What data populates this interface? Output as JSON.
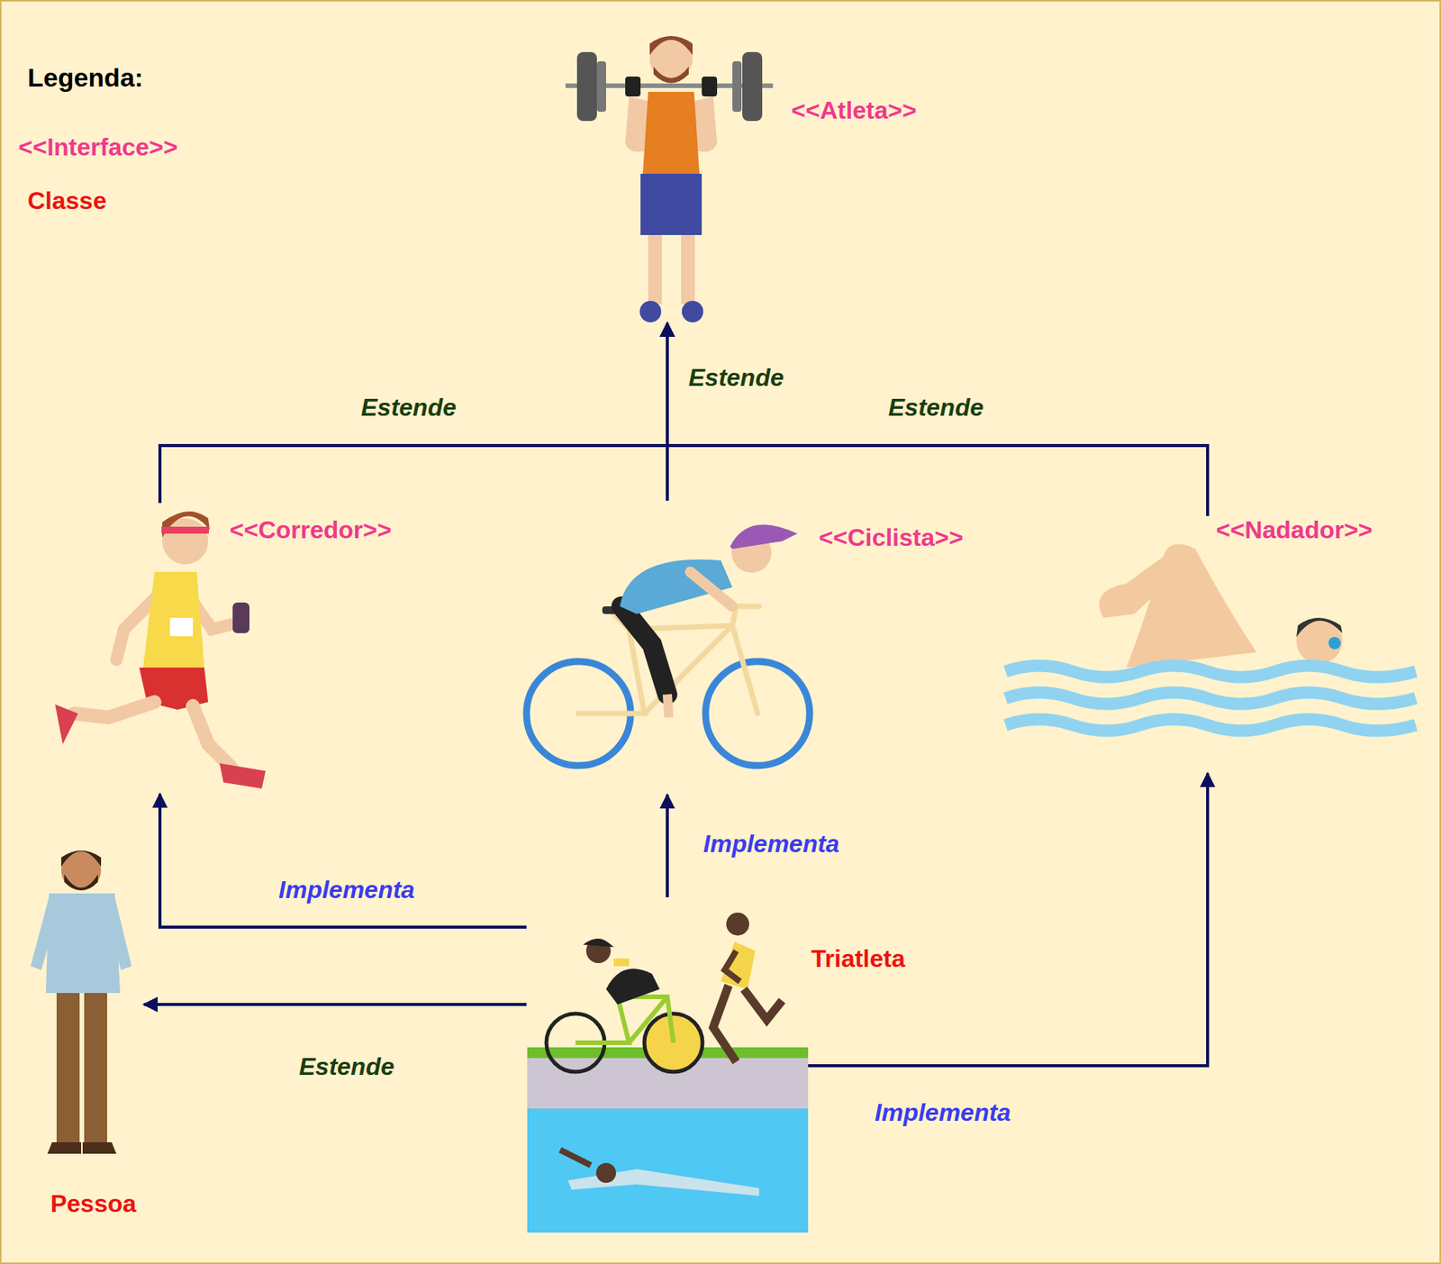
{
  "diagram": {
    "nodes": [
      {
        "text": [
          "<<Atleta>>"
        ]
      },
      {
        "text": [
          "<<Corredor>>"
        ]
      },
      {
        "text": [
          "<<Ciclista>>"
        ]
      },
      {
        "text": [
          "<<Nadador>>"
        ]
      },
      {
        "text": [
          "Pessoa"
        ]
      },
      {
        "text": [
          "Triatleta"
        ]
      }
    ],
    "edges": [
      {
        "from": 1,
        "to": 0,
        "label": "Estende",
        "arrow": "to"
      },
      {
        "from": 2,
        "to": 0,
        "label": "Estende",
        "arrow": "to"
      },
      {
        "from": 3,
        "to": 0,
        "label": "Estende",
        "arrow": "to"
      },
      {
        "from": 5,
        "to": 1,
        "label": "Implementa",
        "arrow": "to"
      },
      {
        "from": 5,
        "to": 2,
        "label": "Implementa",
        "arrow": "to"
      },
      {
        "from": 5,
        "to": 3,
        "label": "Implementa",
        "arrow": "to"
      },
      {
        "from": 5,
        "to": 4,
        "label": "Estende",
        "arrow": "to"
      }
    ],
    "labels": [
      "Legenda:"
    ],
    "legend": [
      {
        "text": "<<Interface>>",
        "color": "#f0388f"
      },
      {
        "text": "Classe",
        "color": "#ee1111"
      }
    ]
  }
}
